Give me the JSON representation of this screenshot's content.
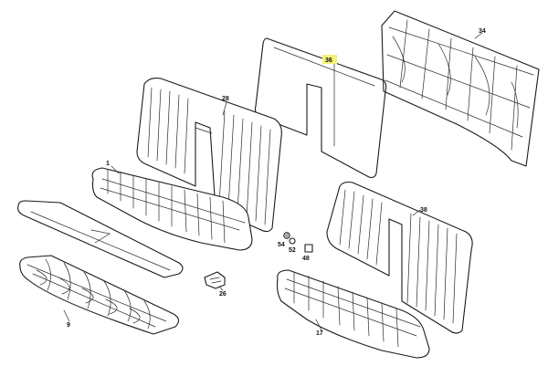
{
  "diagram": {
    "callouts": {
      "p1": "1",
      "p9": "9",
      "p17": "17",
      "p26": "26",
      "p28": "28",
      "p34": "34",
      "p36": "36",
      "p38": "38",
      "p48": "48",
      "p52": "52",
      "p54": "54"
    },
    "highlight_color": "#f5f07a"
  }
}
